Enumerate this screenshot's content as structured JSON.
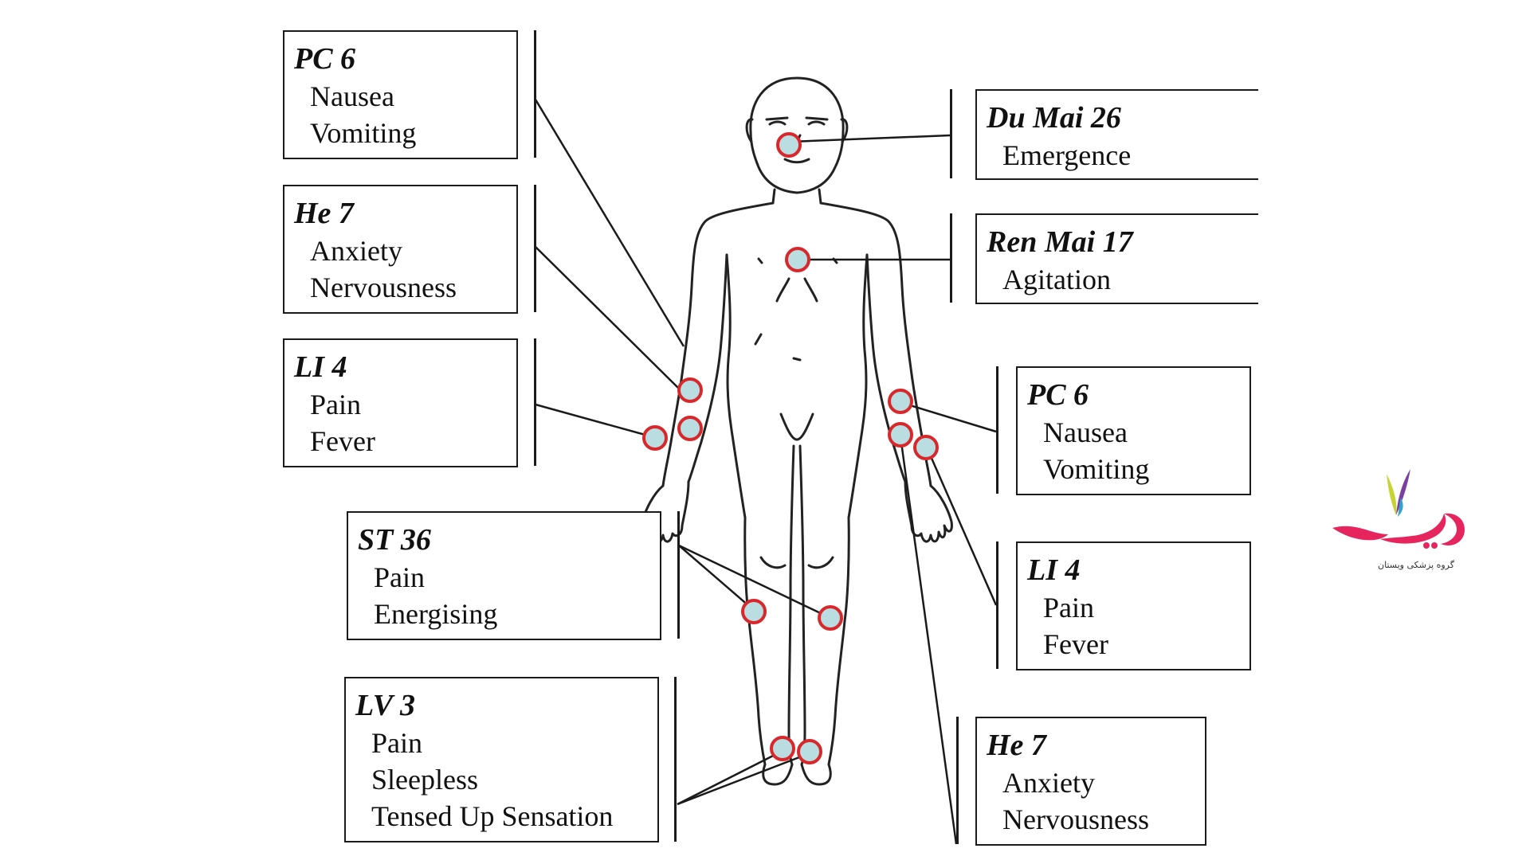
{
  "labels": {
    "left_pc6": {
      "code": "PC 6",
      "lines": [
        "Nausea",
        "Vomiting"
      ]
    },
    "left_he7": {
      "code": "He 7",
      "lines": [
        "Anxiety",
        "Nervousness"
      ]
    },
    "left_li4": {
      "code": "LI 4",
      "lines": [
        "Pain",
        "Fever"
      ]
    },
    "left_st36": {
      "code": "ST 36",
      "lines": [
        "Pain",
        "Energising"
      ]
    },
    "left_lv3": {
      "code": "LV 3",
      "lines": [
        "Pain",
        "Sleepless",
        "Tensed Up Sensation"
      ]
    },
    "right_du26": {
      "code": "Du Mai 26",
      "lines": [
        "Emergence"
      ]
    },
    "right_ren17": {
      "code": "Ren Mai 17",
      "lines": [
        "Agitation"
      ]
    },
    "right_pc6": {
      "code": "PC 6",
      "lines": [
        "Nausea",
        "Vomiting"
      ]
    },
    "right_li4": {
      "code": "LI 4",
      "lines": [
        "Pain",
        "Fever"
      ]
    },
    "right_he7": {
      "code": "He 7",
      "lines": [
        "Anxiety",
        "Nervousness"
      ]
    }
  },
  "colors": {
    "point_ring": "#d8282b",
    "point_fill": "#b9dde0",
    "line": "#1a1a1a",
    "logo_pink": "#e6255e",
    "logo_green": "#c6d431",
    "logo_purple": "#7b3fa0"
  },
  "logo": {
    "caption": "گروه پزشکی ویستان"
  }
}
